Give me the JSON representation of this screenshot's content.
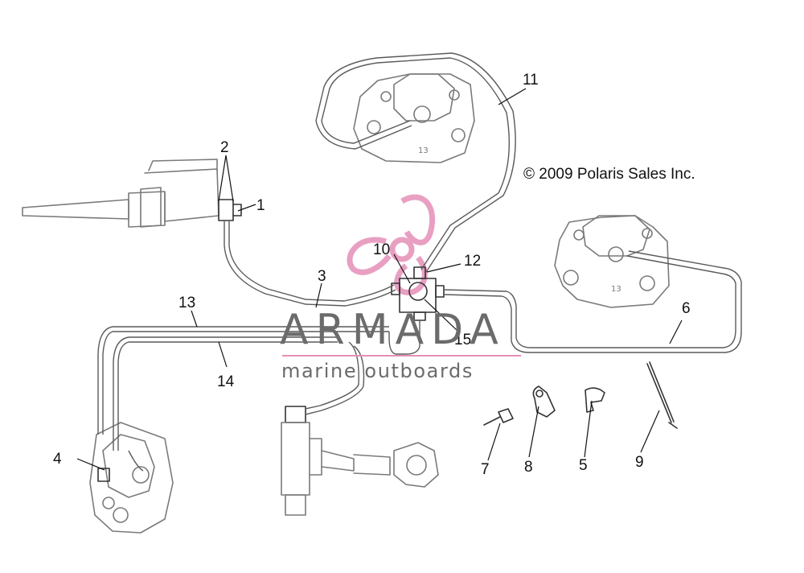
{
  "copyright": "© 2009 Polaris Sales Inc.",
  "watermark": {
    "brand": "ARMADA",
    "tagline": "marine outboards",
    "accent_color": "#e58fb8"
  },
  "callouts": [
    {
      "id": "c1",
      "label": "1"
    },
    {
      "id": "c2",
      "label": "2"
    },
    {
      "id": "c3",
      "label": "3"
    },
    {
      "id": "c4",
      "label": "4"
    },
    {
      "id": "c5",
      "label": "5"
    },
    {
      "id": "c6",
      "label": "6"
    },
    {
      "id": "c7",
      "label": "7"
    },
    {
      "id": "c8",
      "label": "8"
    },
    {
      "id": "c9",
      "label": "9"
    },
    {
      "id": "c10",
      "label": "10"
    },
    {
      "id": "c11",
      "label": "11"
    },
    {
      "id": "c12",
      "label": "12"
    },
    {
      "id": "c13",
      "label": "13"
    },
    {
      "id": "c14",
      "label": "14"
    },
    {
      "id": "c15",
      "label": "15"
    }
  ]
}
